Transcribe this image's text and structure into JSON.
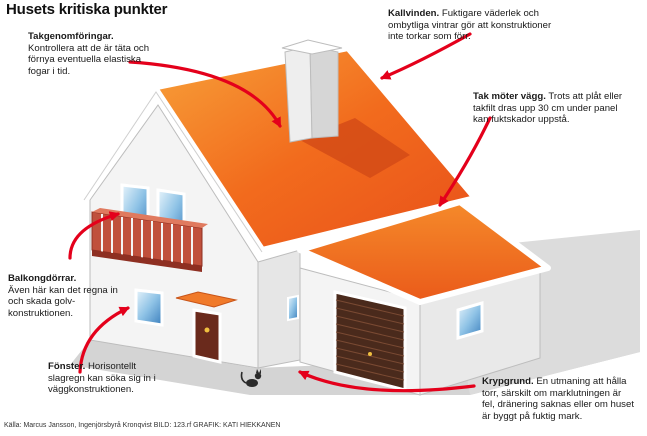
{
  "title": "Husets kritiska punkter",
  "annotations": {
    "takgenomforingar": {
      "heading": "Takgenomföringar.",
      "text": "Kontrollera att de är täta och förnya eventuella elastiska fogar i tid."
    },
    "kallvinden": {
      "heading": "Kallvinden.",
      "text": "Fuktigare väderlek och ombytliga vintrar gör att konstruktioner inte torkar som förr."
    },
    "tak_moter_vagg": {
      "heading": "Tak möter vägg.",
      "text": "Trots att plåt eller takfilt dras upp 30 cm under panel kan fuktskador uppstå."
    },
    "balkongdorrar": {
      "heading": "Balkongdörrar.",
      "text": "Även här kan det regna in och skada golv-konstruktionen."
    },
    "fonster": {
      "heading": "Fönster.",
      "text": "Horisontellt slagregn kan söka sig in i väggkonstruktionen."
    },
    "krypgrund": {
      "heading": "Krypgrund.",
      "text": "En utmaning att hålla torr, särskilt om marklutningen är fel, dränering saknas eller om huset är byggt på fuktig mark."
    }
  },
  "credit": "Källa: Marcus Jansson, Ingenjörsbyrå Kronqvist BILD: 123.rf GRAFIK: KATI HIEKKANEN",
  "colors": {
    "roof": "#f26b1d",
    "roof_light": "#f7931e",
    "arrow": "#e4001b",
    "wall": "#f2f2f2",
    "shadow": "#d9d9d9",
    "balcony": "#c0503c",
    "garage_door": "#4a2a1c"
  }
}
